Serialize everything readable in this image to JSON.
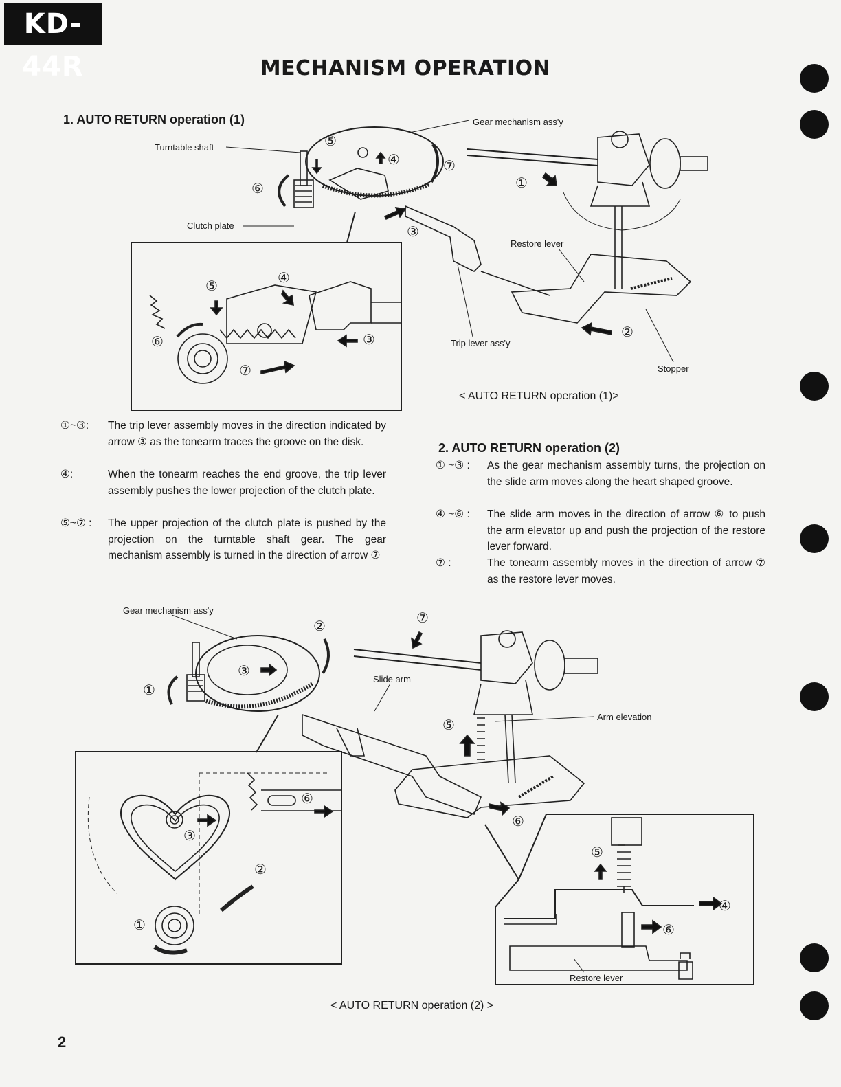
{
  "header": {
    "model": "KD-44R",
    "title": "MECHANISM OPERATION"
  },
  "section1": {
    "heading": "1. AUTO RETURN operation (1)",
    "labels": {
      "gear_mechanism": "Gear mechanism ass'y",
      "turntable_shaft": "Turntable shaft",
      "clutch_plate": "Clutch plate",
      "restore_lever": "Restore lever",
      "trip_lever": "Trip lever ass'y",
      "stopper": "Stopper"
    },
    "caption": "< AUTO RETURN operation (1)>",
    "items": [
      {
        "num": "①~③:",
        "text": "The trip lever assembly moves in the direction indicated by arrow ③ as the tonearm traces the groove on the disk."
      },
      {
        "num": "④:",
        "text": "When the tonearm reaches the end groove, the trip lever assembly pushes the lower projection of the clutch plate."
      },
      {
        "num": "⑤~⑦ :",
        "text": "The upper projection of the clutch plate is pushed by the projection on the turntable shaft gear. The gear mechanism assembly is turned in the direction of arrow ⑦"
      }
    ]
  },
  "section2": {
    "heading": "2. AUTO RETURN operation (2)",
    "items": [
      {
        "num": "① ~③ :",
        "text": "As the gear mechanism assembly turns, the projection on the slide arm moves along the heart shaped groove."
      },
      {
        "num": "④ ~⑥ :",
        "text": "The slide arm moves in the direction of arrow ⑥ to push the arm elevator up and push the projection of the restore lever forward."
      },
      {
        "num": "⑦ :",
        "text": "The tonearm assembly moves in the direction of arrow ⑦ as the restore lever moves."
      }
    ],
    "labels": {
      "gear_mechanism": "Gear mechanism ass'y",
      "slide_arm": "Slide arm",
      "arm_elevation": "Arm elevation",
      "restore_lever": "Restore lever"
    },
    "caption": "< AUTO RETURN operation (2) >"
  },
  "markers": {
    "one": "①",
    "two": "②",
    "three": "③",
    "four": "④",
    "five": "⑤",
    "six": "⑥",
    "seven": "⑦"
  },
  "footer": {
    "page_number": "2"
  }
}
